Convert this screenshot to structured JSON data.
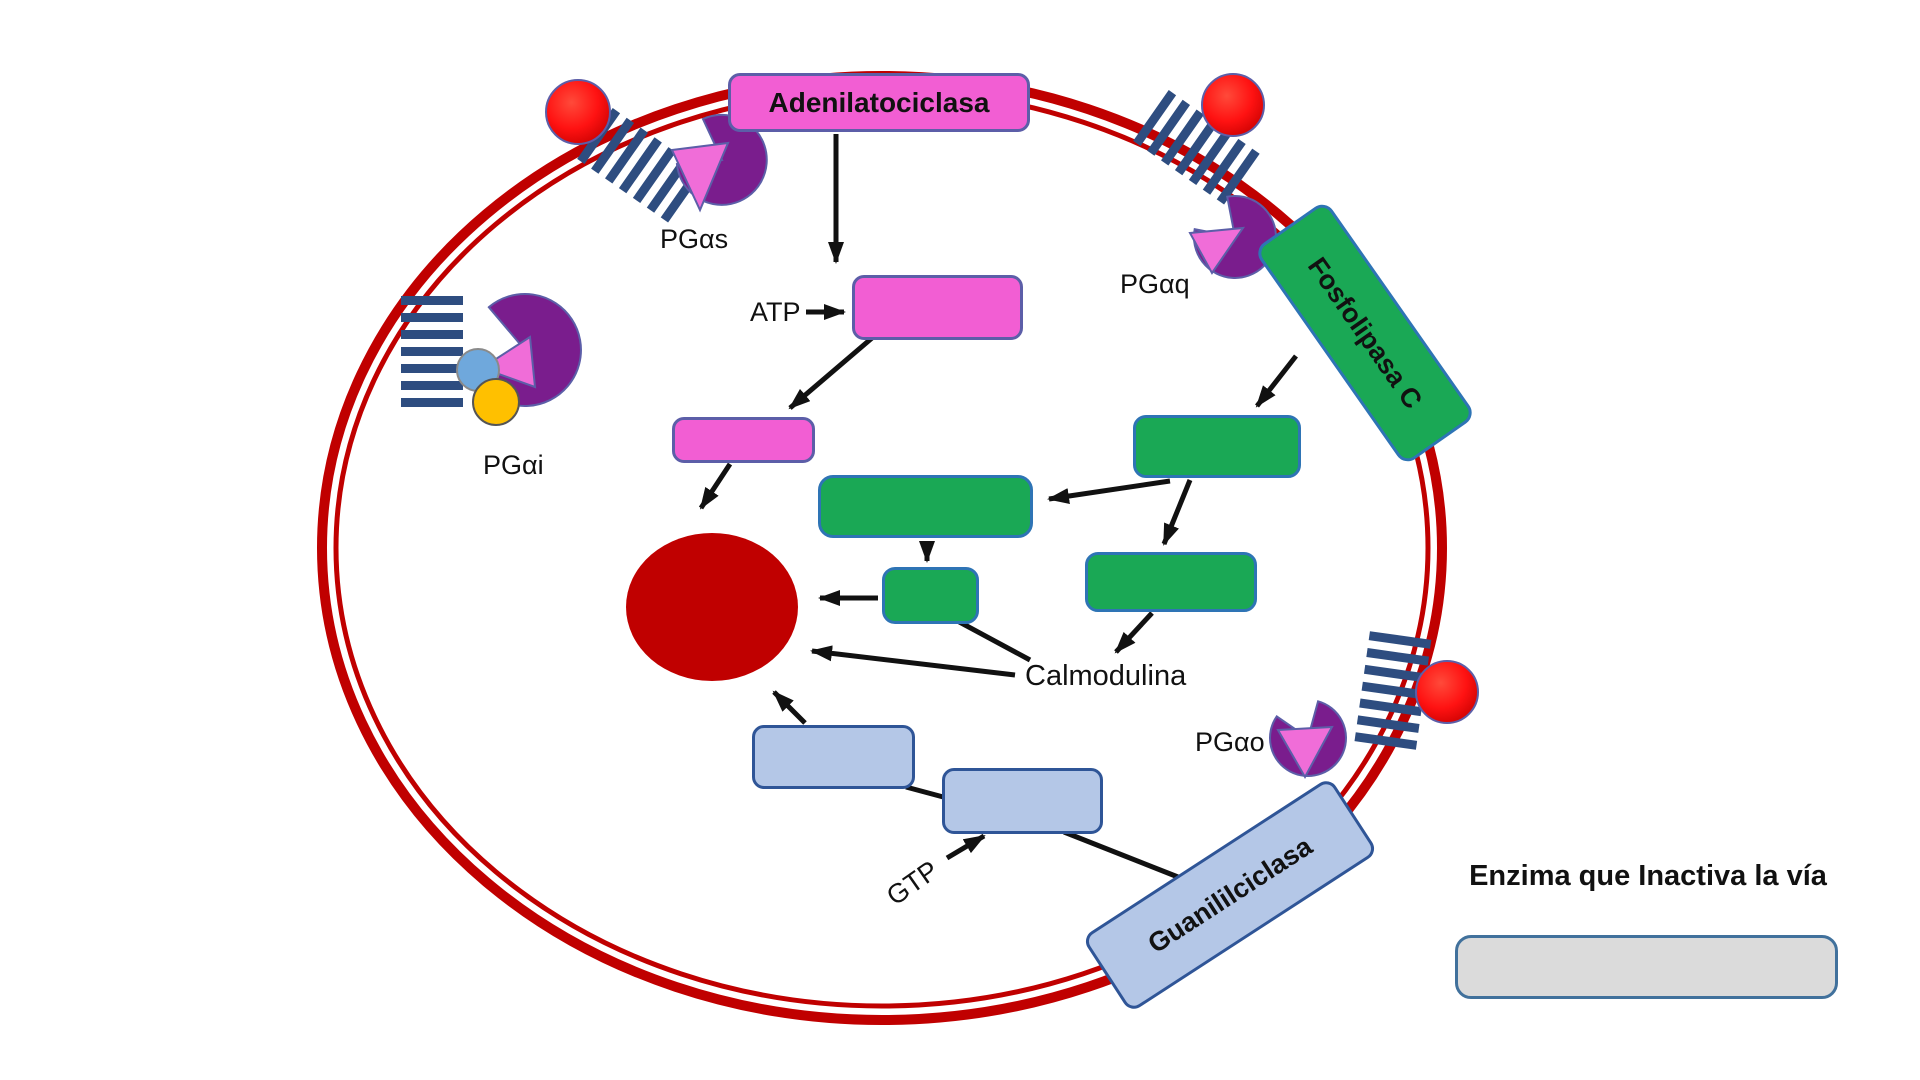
{
  "diagram": {
    "enzymes": {
      "adenilatociclasa": "Adenilatociclasa",
      "fosfolipasa": "Fosfolipasa C",
      "guanililciclasa": "Guanililciclasa"
    },
    "g_proteins": {
      "pgas": "PGαs",
      "pgaq": "PGαq",
      "pgai": "PGαi",
      "pgao": "PGαo"
    },
    "molecules": {
      "atp": "ATP",
      "gtp": "GTP",
      "calmodulina": "Calmodulina"
    },
    "legend": {
      "heading": "Enzima que Inactiva la vía"
    },
    "empty_slot_counts": {
      "pink": 2,
      "green": 4,
      "blue": 2,
      "gray": 1
    },
    "colors": {
      "membrane": "#C00000",
      "pink_box": "#F25ED3",
      "green_box": "#1AA855",
      "blue_box": "#B4C7E7",
      "gray_box": "#DBDBDB",
      "central_ellipse": "#C00000",
      "ligand": "#FF1212",
      "receptor_bars": "#2E4D80",
      "g_protein_body": "#7A1D8D",
      "g_protein_wedge": "#F06DD8",
      "beta_subunit": "#6FA8DC",
      "gamma_subunit": "#FFC000"
    }
  }
}
